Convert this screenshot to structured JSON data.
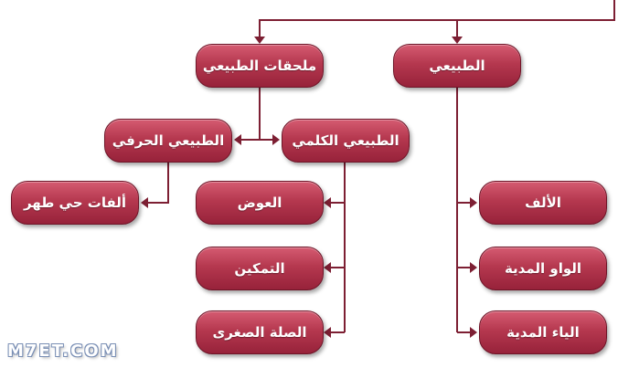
{
  "nodes": {
    "tabii": "الطبيعي",
    "mulhaqat": "ملحقات الطبيعي",
    "harfi": "الطبيعي الحرفي",
    "kalimi": "الطبيعي الكلمي",
    "alfat": "ألفات حي طهر",
    "iwad": "العوض",
    "tamkin": "التمكين",
    "sila": "الصلة الصغرى",
    "alif": "الألف",
    "waw": "الواو المدية",
    "ya": "الياء المدية"
  },
  "watermark": "M7ET.COM",
  "colors": {
    "node_fill": "#b5384f",
    "connector": "#7d1f33"
  }
}
